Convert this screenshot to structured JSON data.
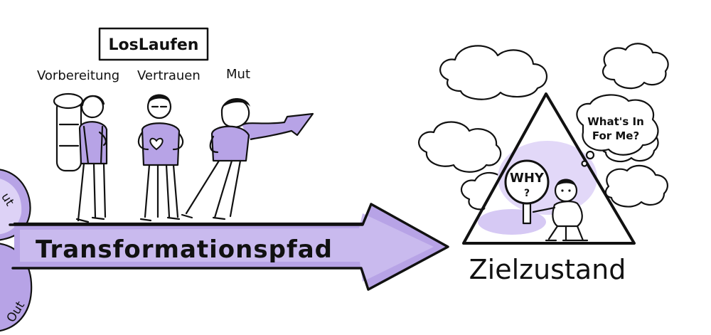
{
  "labels": {
    "start_box": "LosLaufen",
    "figure_1": "Vorbereitung",
    "figure_2": "Vertrauen",
    "figure_3": "Mut",
    "path": "Transformationspfad",
    "goal": "Zielzustand",
    "why": "WHY",
    "why_mark": "?",
    "bubble_line_1": "What's In",
    "bubble_line_2": "For Me?",
    "left_circle_top": "ut",
    "left_circle_bottom": "Out"
  },
  "colors": {
    "ink": "#111111",
    "purple": "#b7a3e6",
    "purple_light": "#ddd2f6",
    "cloud": "#ffffff"
  },
  "icons": {
    "figure_1": "hiker-backpack-icon",
    "figure_2": "man-heart-icon",
    "figure_3": "woman-pointing-icon",
    "child": "sitting-child-icon",
    "magnifier": "magnifier-sign-icon"
  }
}
